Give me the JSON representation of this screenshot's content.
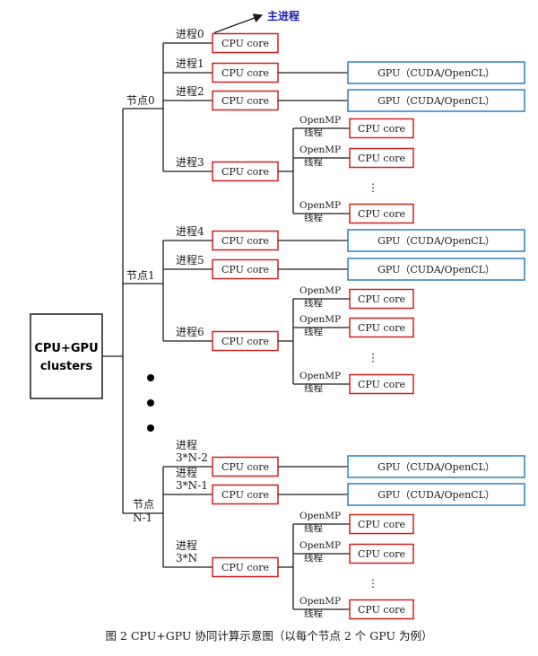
{
  "root_label_line1": "CPU+GPU",
  "root_label_line2": "clusters",
  "main_process_label": "主进程",
  "cpu_label": "CPU core",
  "gpu_label": "GPU（CUDA/OpenCL）",
  "openmp_line1": "OpenMP",
  "openmp_line2": "线程",
  "continuation_dots": "⋮",
  "nodes": [
    {
      "label": "节点0",
      "processes": [
        {
          "label": "进程0",
          "kind": "main"
        },
        {
          "label": "进程1",
          "kind": "gpu"
        },
        {
          "label": "进程2",
          "kind": "gpu"
        },
        {
          "label": "进程3",
          "kind": "openmp"
        }
      ]
    },
    {
      "label": "节点1",
      "processes": [
        {
          "label": "进程4",
          "kind": "gpu"
        },
        {
          "label": "进程5",
          "kind": "gpu"
        },
        {
          "label": "进程6",
          "kind": "openmp"
        }
      ]
    },
    {
      "label": "节点\nN-1",
      "processes": [
        {
          "label": "进程\n3*N-2",
          "kind": "gpu"
        },
        {
          "label": "进程\n3*N-1",
          "kind": "gpu"
        },
        {
          "label": "进程\n3*N",
          "kind": "openmp"
        }
      ]
    }
  ],
  "caption": "图 2 CPU+GPU 协同计算示意图（以每个节点 2 个 GPU 为例）"
}
